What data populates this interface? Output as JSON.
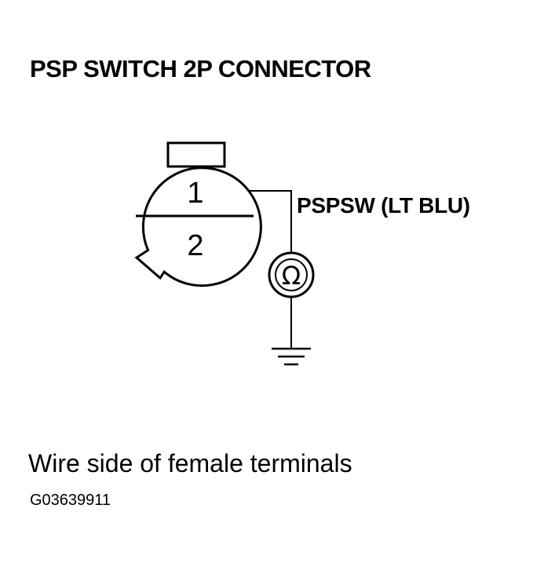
{
  "title": "PSP SWITCH 2P CONNECTOR",
  "connector": {
    "terminals": [
      "1",
      "2"
    ]
  },
  "wire": {
    "label": "PSPSW (LT BLU)"
  },
  "meter": {
    "symbol": "Ω",
    "icon": "ohmmeter-icon"
  },
  "ground": {
    "icon": "ground-symbol-icon"
  },
  "caption": "Wire side of female terminals",
  "figure_id": "G03639911"
}
